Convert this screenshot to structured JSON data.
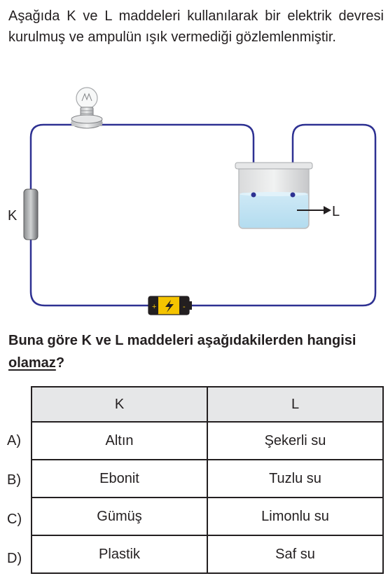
{
  "intro": "Aşağıda K ve L maddeleri kullanılarak bir elektrik devresi kurulmuş ve ampulün ışık vermediği gözlemlenmiştir.",
  "circuit": {
    "label_k": "K",
    "label_l": "L",
    "wire_color": "#2e3192",
    "battery_color": "#f5c400"
  },
  "question": {
    "text_before": "Buna göre K ve L maddeleri aşağıdakilerden hangisi ",
    "emphasis": "olamaz",
    "text_after": "?"
  },
  "table": {
    "headers": [
      "K",
      "L"
    ],
    "rows": [
      {
        "letter": "A)",
        "k": "Altın",
        "l": "Şekerli su"
      },
      {
        "letter": "B)",
        "k": "Ebonit",
        "l": "Tuzlu su"
      },
      {
        "letter": "C)",
        "k": "Gümüş",
        "l": "Limonlu su"
      },
      {
        "letter": "D)",
        "k": "Plastik",
        "l": "Saf su"
      }
    ]
  }
}
